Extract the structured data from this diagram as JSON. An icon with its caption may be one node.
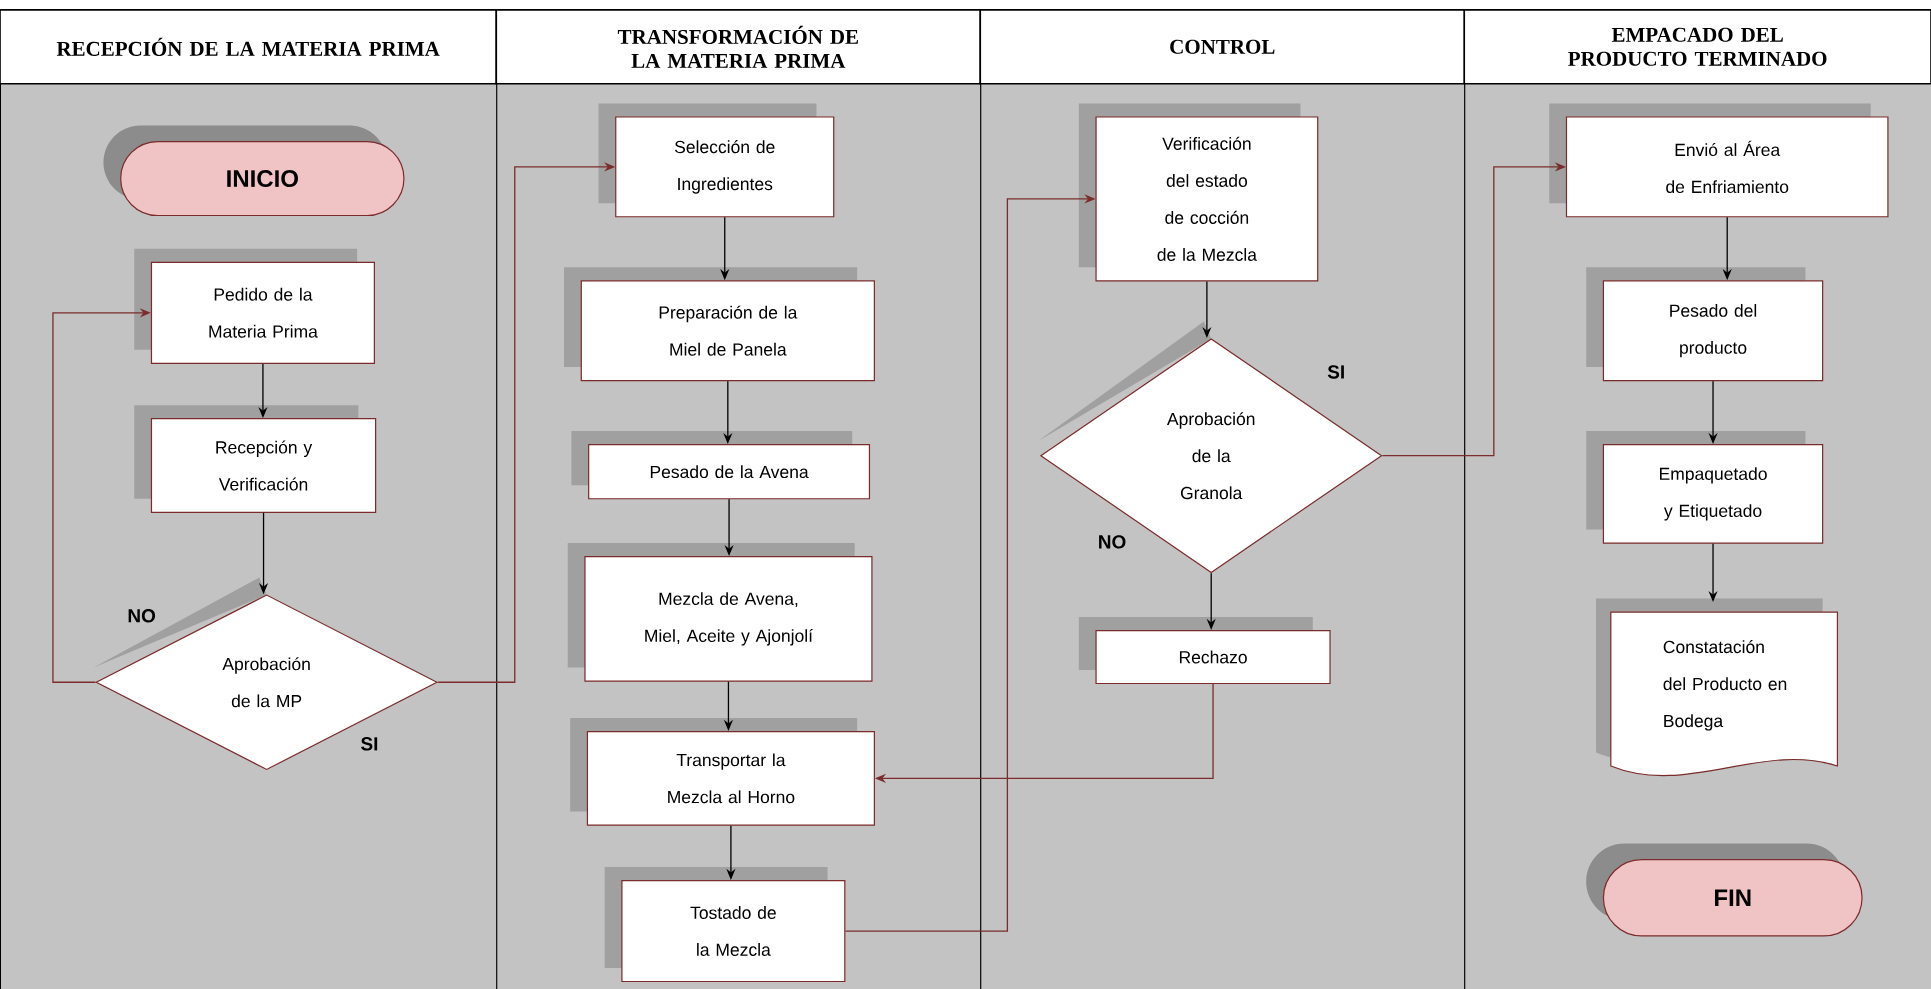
{
  "diagram": {
    "nodes": [
      {
        "text": [
          "RECEPCIÓN DE LA MATERIA PRIMA"
        ]
      },
      {
        "text": [
          "TRANSFORMACIÓN DE LA MATERIA PRIMA"
        ]
      },
      {
        "text": [
          "CONTROL"
        ]
      },
      {
        "text": [
          "EMPACADO DEL PRODUCTO TERMINADO"
        ]
      },
      {
        "text": [
          "INICIO"
        ],
        "in": 0
      },
      {
        "text": [
          "Pedido de la Materia Prima"
        ],
        "in": 0
      },
      {
        "text": [
          "Recepción y Verificación"
        ],
        "in": 0
      },
      {
        "text": [
          "Aprobación de la MP"
        ],
        "in": 0
      },
      {
        "text": [
          "Selección de Ingredientes"
        ],
        "in": 1
      },
      {
        "text": [
          "Preparación de la Miel de Panela"
        ],
        "in": 1
      },
      {
        "text": [
          "Pesado de la Avena"
        ],
        "in": 1
      },
      {
        "text": [
          "Mezcla de Avena, Miel, Aceite y Ajonjolí"
        ],
        "in": 1
      },
      {
        "text": [
          "Transportar la Mezcla al Horno"
        ],
        "in": 1
      },
      {
        "text": [
          "Tostado de la Mezcla"
        ],
        "in": 1
      },
      {
        "text": [
          "Verificación del estado de cocción de la Mezcla"
        ],
        "in": 2
      },
      {
        "text": [
          "Aprobación de la Granola"
        ],
        "in": 2
      },
      {
        "text": [
          "Rechazo"
        ],
        "in": 2
      },
      {
        "text": [
          "Envió al Área de Enfriamiento"
        ],
        "in": 3
      },
      {
        "text": [
          "Pesado del producto"
        ],
        "in": 3
      },
      {
        "text": [
          "Empaquetado y Etiquetado"
        ],
        "in": 3
      },
      {
        "text": [
          "Constatación del Producto en Bodega"
        ],
        "in": 3
      },
      {
        "text": [
          "FIN"
        ],
        "in": 3
      }
    ],
    "edges": [
      {
        "from": 5,
        "to": 6,
        "arrow": "to"
      },
      {
        "from": 6,
        "to": 7,
        "arrow": "to"
      },
      {
        "from": 7,
        "to": 5,
        "arrow": "to",
        "label": "NO",
        "color": "#7b2d2d"
      },
      {
        "from": 7,
        "to": 8,
        "arrow": "to",
        "label": "SI",
        "color": "#7b2d2d"
      },
      {
        "from": 8,
        "to": 9,
        "arrow": "to"
      },
      {
        "from": 9,
        "to": 10,
        "arrow": "to"
      },
      {
        "from": 10,
        "to": 11,
        "arrow": "to"
      },
      {
        "from": 11,
        "to": 12,
        "arrow": "to"
      },
      {
        "from": 12,
        "to": 13,
        "arrow": "to"
      },
      {
        "from": 13,
        "to": 14,
        "arrow": "to",
        "color": "#7b2d2d"
      },
      {
        "from": 14,
        "to": 15,
        "arrow": "to"
      },
      {
        "from": 15,
        "to": 16,
        "arrow": "to",
        "label": "NO"
      },
      {
        "from": 15,
        "to": 17,
        "arrow": "to",
        "label": "SI",
        "color": "#7b2d2d"
      },
      {
        "from": 16,
        "to": 12,
        "arrow": "to",
        "color": "#7b2d2d"
      },
      {
        "from": 17,
        "to": 18,
        "arrow": "to"
      },
      {
        "from": 18,
        "to": 19,
        "arrow": "to"
      },
      {
        "from": 19,
        "to": 20,
        "arrow": "to"
      }
    ]
  }
}
